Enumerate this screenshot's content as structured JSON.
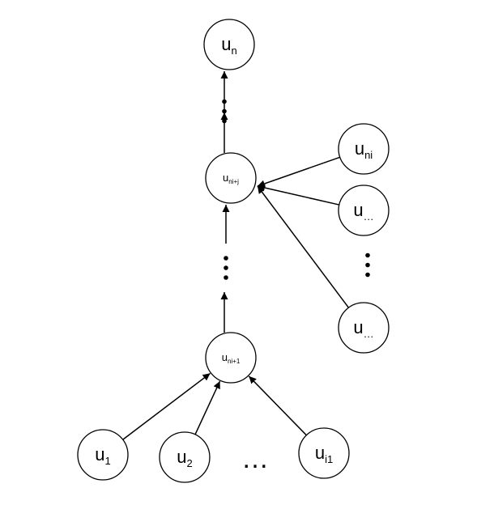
{
  "nodes": [
    {
      "id": "un",
      "base": "u",
      "sub": "n"
    },
    {
      "id": "unij",
      "base": "u",
      "sub": "ni+j"
    },
    {
      "id": "uni1",
      "base": "u",
      "sub": "ni+1"
    },
    {
      "id": "u1",
      "base": "u",
      "sub": "1"
    },
    {
      "id": "u2",
      "base": "u",
      "sub": "2"
    },
    {
      "id": "ui1",
      "base": "u",
      "sub": "i1"
    },
    {
      "id": "uni",
      "base": "u",
      "sub": "ni"
    },
    {
      "id": "udots1",
      "base": "u",
      "sub": "…"
    },
    {
      "id": "udots2",
      "base": "u",
      "sub": "…"
    }
  ],
  "edges": [
    {
      "from": "uni1",
      "to": "unij",
      "style": "dotted"
    },
    {
      "from": "unij",
      "to": "un",
      "style": "dotted"
    },
    {
      "from": "u1",
      "to": "uni1"
    },
    {
      "from": "u2",
      "to": "uni1"
    },
    {
      "from": "ui1",
      "to": "uni1"
    },
    {
      "from": "uni",
      "to": "unij"
    },
    {
      "from": "udots1",
      "to": "unij"
    },
    {
      "from": "udots2",
      "to": "unij"
    }
  ],
  "ellipsis_bottom": "…",
  "colors": {
    "stroke": "#000000",
    "fill": "#ffffff"
  }
}
